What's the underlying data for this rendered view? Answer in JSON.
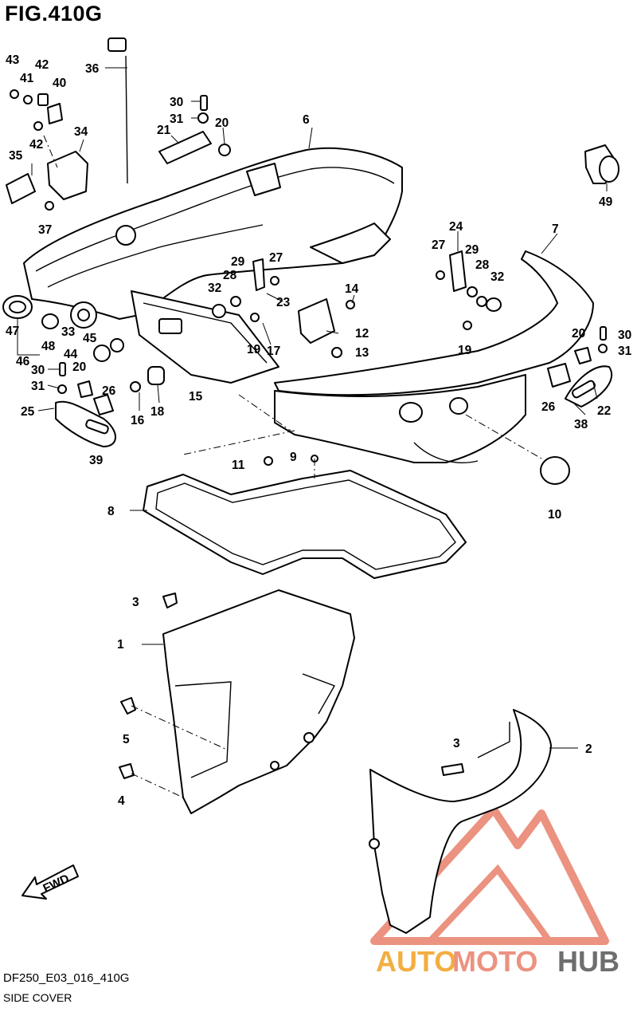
{
  "figure": {
    "title": "FIG.410G",
    "code": "DF250_E03_016_410G",
    "caption": "SIDE COVER",
    "fwd_label": "FWD"
  },
  "watermark": {
    "part1": "AUTO",
    "part2": "MOTO",
    "part3": "HUB",
    "colors": {
      "auto": "#f0a020",
      "moto": "#e8806a",
      "hub": "#555555",
      "triangle": "#e8806a"
    }
  },
  "callouts": [
    {
      "id": "c43",
      "label": "43"
    },
    {
      "id": "c41",
      "label": "41"
    },
    {
      "id": "c42a",
      "label": "42"
    },
    {
      "id": "c40",
      "label": "40"
    },
    {
      "id": "c36",
      "label": "36"
    },
    {
      "id": "c30a",
      "label": "30"
    },
    {
      "id": "c31a",
      "label": "31"
    },
    {
      "id": "c20a",
      "label": "20"
    },
    {
      "id": "c21",
      "label": "21"
    },
    {
      "id": "c6",
      "label": "6"
    },
    {
      "id": "c34",
      "label": "34"
    },
    {
      "id": "c42b",
      "label": "42"
    },
    {
      "id": "c35",
      "label": "35"
    },
    {
      "id": "c37",
      "label": "37"
    },
    {
      "id": "c49",
      "label": "49"
    },
    {
      "id": "c24",
      "label": "24"
    },
    {
      "id": "c7",
      "label": "7"
    },
    {
      "id": "c27a",
      "label": "27"
    },
    {
      "id": "c29a",
      "label": "29"
    },
    {
      "id": "c28a",
      "label": "28"
    },
    {
      "id": "c32a",
      "label": "32"
    },
    {
      "id": "c29b",
      "label": "29"
    },
    {
      "id": "c27b",
      "label": "27"
    },
    {
      "id": "c28b",
      "label": "28"
    },
    {
      "id": "c32b",
      "label": "32"
    },
    {
      "id": "c14",
      "label": "14"
    },
    {
      "id": "c23",
      "label": "23"
    },
    {
      "id": "c47",
      "label": "47"
    },
    {
      "id": "c48",
      "label": "48"
    },
    {
      "id": "c33",
      "label": "33"
    },
    {
      "id": "c45",
      "label": "45"
    },
    {
      "id": "c12",
      "label": "12"
    },
    {
      "id": "c19a",
      "label": "19"
    },
    {
      "id": "c17",
      "label": "17"
    },
    {
      "id": "c13",
      "label": "13"
    },
    {
      "id": "c19b",
      "label": "19"
    },
    {
      "id": "c20b",
      "label": "20"
    },
    {
      "id": "c30b",
      "label": "30"
    },
    {
      "id": "c31b",
      "label": "31"
    },
    {
      "id": "c46",
      "label": "46"
    },
    {
      "id": "c44",
      "label": "44"
    },
    {
      "id": "c30c",
      "label": "30"
    },
    {
      "id": "c20c",
      "label": "20"
    },
    {
      "id": "c31c",
      "label": "31"
    },
    {
      "id": "c26a",
      "label": "26"
    },
    {
      "id": "c15",
      "label": "15"
    },
    {
      "id": "c25",
      "label": "25"
    },
    {
      "id": "c16",
      "label": "16"
    },
    {
      "id": "c18",
      "label": "18"
    },
    {
      "id": "c26b",
      "label": "26"
    },
    {
      "id": "c22",
      "label": "22"
    },
    {
      "id": "c39",
      "label": "39"
    },
    {
      "id": "c38",
      "label": "38"
    },
    {
      "id": "c11",
      "label": "11"
    },
    {
      "id": "c9",
      "label": "9"
    },
    {
      "id": "c8",
      "label": "8"
    },
    {
      "id": "c10",
      "label": "10"
    },
    {
      "id": "c3a",
      "label": "3"
    },
    {
      "id": "c1",
      "label": "1"
    },
    {
      "id": "c5",
      "label": "5"
    },
    {
      "id": "c3b",
      "label": "3"
    },
    {
      "id": "c2",
      "label": "2"
    },
    {
      "id": "c4",
      "label": "4"
    }
  ]
}
